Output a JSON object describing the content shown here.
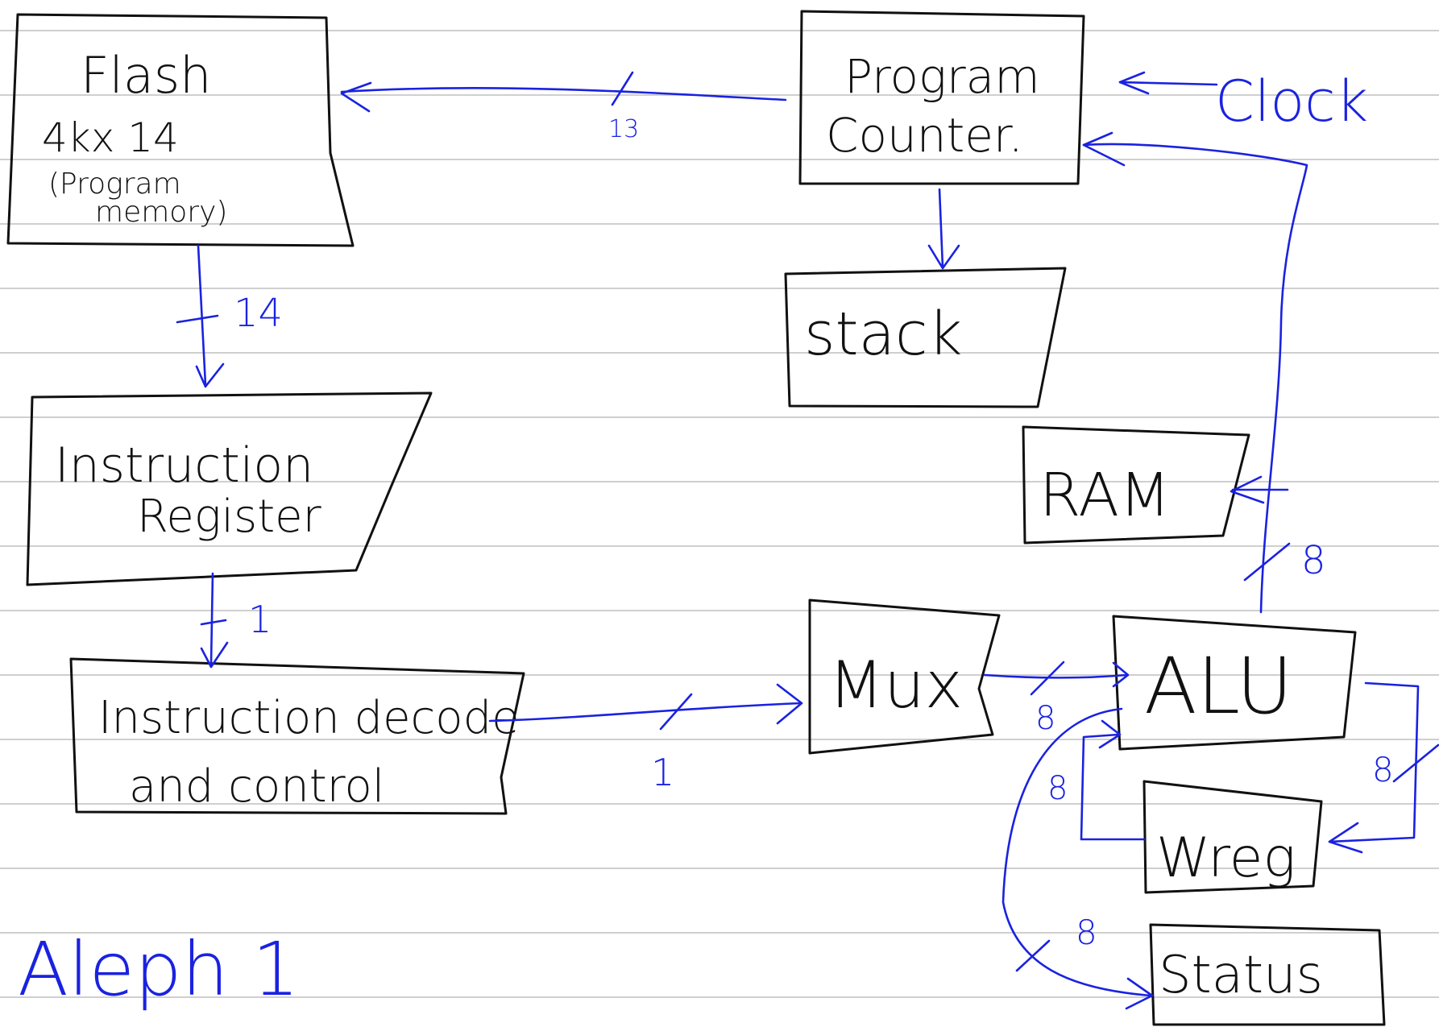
{
  "blocks": {
    "flash": {
      "title": "Flash",
      "size": "4kx 14",
      "note_line1": "(Program",
      "note_line2": "memory)"
    },
    "program_counter": {
      "line1": "Program",
      "line2": "Counter."
    },
    "stack": {
      "label": "stack"
    },
    "instruction_register": {
      "line1": "Instruction",
      "line2": "Register"
    },
    "instruction_decode": {
      "line1": "Instruction decode",
      "line2": "and  control"
    },
    "ram": {
      "label": "RAM"
    },
    "mux": {
      "label": "Mux"
    },
    "alu": {
      "label": "ALU"
    },
    "wreg": {
      "label": "Wreg"
    },
    "status": {
      "label": "Status"
    }
  },
  "bus_widths": {
    "pc_to_flash": "13",
    "flash_to_ir": "14",
    "ir_to_decode": "1",
    "decode_to_mux": "1",
    "mux_to_alu": "8",
    "alu_to_ram": "8",
    "alu_to_wreg": "8",
    "wreg_to_alu": "8",
    "alu_to_status": "8"
  },
  "clock_label": "Clock",
  "notes": {
    "title": "Aleph 1"
  },
  "colors": {
    "ink_blue": "#1a22e0",
    "box_black": "#111111",
    "rule_gray": "#cfcfcf"
  }
}
